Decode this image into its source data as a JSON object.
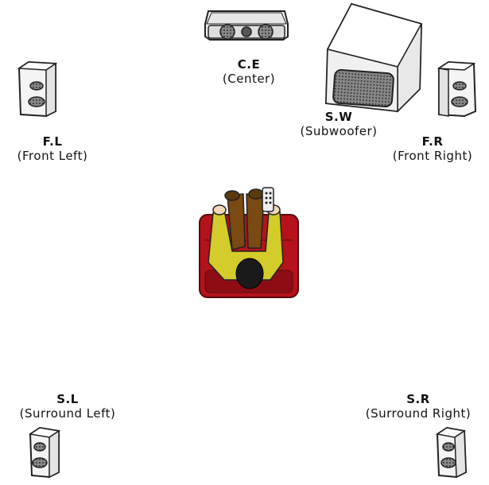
{
  "speakers": {
    "center": {
      "code": "C.E",
      "name": "(Center)"
    },
    "subwoofer": {
      "code": "S.W",
      "name": "(Subwoofer)"
    },
    "front_left": {
      "code": "F.L",
      "name": "(Front Left)"
    },
    "front_right": {
      "code": "F.R",
      "name": "(Front Right)"
    },
    "surround_left": {
      "code": "S.L",
      "name": "(Surround Left)"
    },
    "surround_right": {
      "code": "S.R",
      "name": "(Surround Right)"
    }
  },
  "colors": {
    "sofa": "#b5121b",
    "shirt": "#d4cc2a",
    "pants": "#7a4a12",
    "hair": "#1a1a1a",
    "speaker_body": "#f4f4f4",
    "speaker_outline": "#222222"
  }
}
